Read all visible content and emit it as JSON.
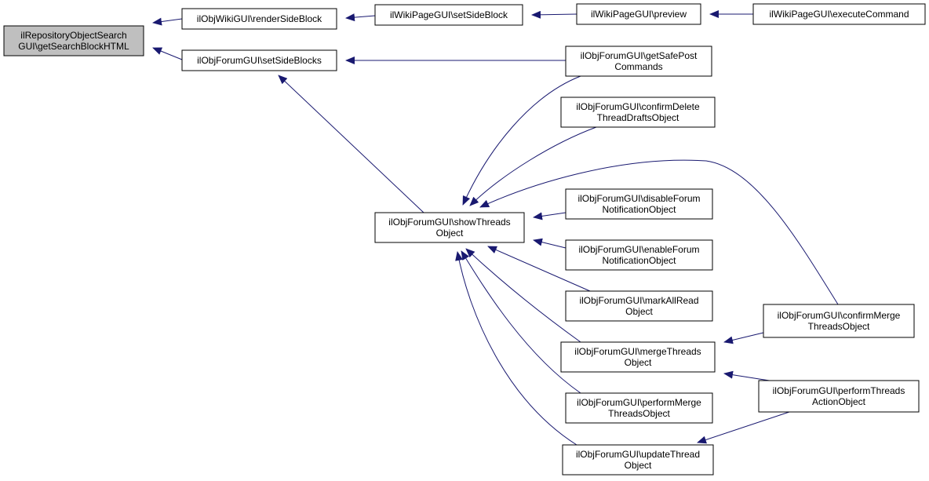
{
  "colors": {
    "edge": "#191970",
    "node_fill": "#ffffff",
    "root_fill": "#bfbfbf",
    "node_stroke": "#000000"
  },
  "nodes": [
    {
      "id": "root",
      "lines": [
        "ilRepositoryObjectSearch",
        "GUI\\getSearchBlockHTML"
      ],
      "highlight": true
    },
    {
      "id": "wiki_render",
      "lines": [
        "ilObjWikiGUI\\renderSideBlock"
      ]
    },
    {
      "id": "wikipage_setside",
      "lines": [
        "ilWikiPageGUI\\setSideBlock"
      ]
    },
    {
      "id": "wikipage_preview",
      "lines": [
        "ilWikiPageGUI\\preview"
      ]
    },
    {
      "id": "wikipage_exec",
      "lines": [
        "ilWikiPageGUI\\executeCommand"
      ]
    },
    {
      "id": "forum_setside",
      "lines": [
        "ilObjForumGUI\\setSideBlocks"
      ]
    },
    {
      "id": "forum_safepost",
      "lines": [
        "ilObjForumGUI\\getSafePost",
        "Commands"
      ]
    },
    {
      "id": "forum_confirmdelete",
      "lines": [
        "ilObjForumGUI\\confirmDelete",
        "ThreadDraftsObject"
      ]
    },
    {
      "id": "forum_showthreads",
      "lines": [
        "ilObjForumGUI\\showThreads",
        "Object"
      ]
    },
    {
      "id": "forum_disable",
      "lines": [
        "ilObjForumGUI\\disableForum",
        "NotificationObject"
      ]
    },
    {
      "id": "forum_enable",
      "lines": [
        "ilObjForumGUI\\enableForum",
        "NotificationObject"
      ]
    },
    {
      "id": "forum_markall",
      "lines": [
        "ilObjForumGUI\\markAllRead",
        "Object"
      ]
    },
    {
      "id": "forum_merge",
      "lines": [
        "ilObjForumGUI\\mergeThreads",
        "Object"
      ]
    },
    {
      "id": "forum_performmerge",
      "lines": [
        "ilObjForumGUI\\performMerge",
        "ThreadsObject"
      ]
    },
    {
      "id": "forum_update",
      "lines": [
        "ilObjForumGUI\\updateThread",
        "Object"
      ]
    },
    {
      "id": "forum_confirmmerge",
      "lines": [
        "ilObjForumGUI\\confirmMerge",
        "ThreadsObject"
      ]
    },
    {
      "id": "forum_performthreads",
      "lines": [
        "ilObjForumGUI\\performThreads",
        "ActionObject"
      ]
    }
  ],
  "edges": [
    {
      "from": "wiki_render",
      "to": "root"
    },
    {
      "from": "forum_setside",
      "to": "root"
    },
    {
      "from": "wikipage_setside",
      "to": "wiki_render"
    },
    {
      "from": "wikipage_preview",
      "to": "wikipage_setside"
    },
    {
      "from": "wikipage_exec",
      "to": "wikipage_preview"
    },
    {
      "from": "forum_safepost",
      "to": "forum_setside"
    },
    {
      "from": "forum_showthreads",
      "to": "forum_setside"
    },
    {
      "from": "forum_safepost",
      "to": "forum_showthreads"
    },
    {
      "from": "forum_confirmdelete",
      "to": "forum_showthreads"
    },
    {
      "from": "forum_confirmmerge",
      "to": "forum_showthreads"
    },
    {
      "from": "forum_disable",
      "to": "forum_showthreads"
    },
    {
      "from": "forum_enable",
      "to": "forum_showthreads"
    },
    {
      "from": "forum_markall",
      "to": "forum_showthreads"
    },
    {
      "from": "forum_merge",
      "to": "forum_showthreads"
    },
    {
      "from": "forum_performmerge",
      "to": "forum_showthreads"
    },
    {
      "from": "forum_update",
      "to": "forum_showthreads"
    },
    {
      "from": "forum_confirmmerge",
      "to": "forum_merge"
    },
    {
      "from": "forum_performthreads",
      "to": "forum_merge"
    },
    {
      "from": "forum_performthreads",
      "to": "forum_update"
    }
  ]
}
